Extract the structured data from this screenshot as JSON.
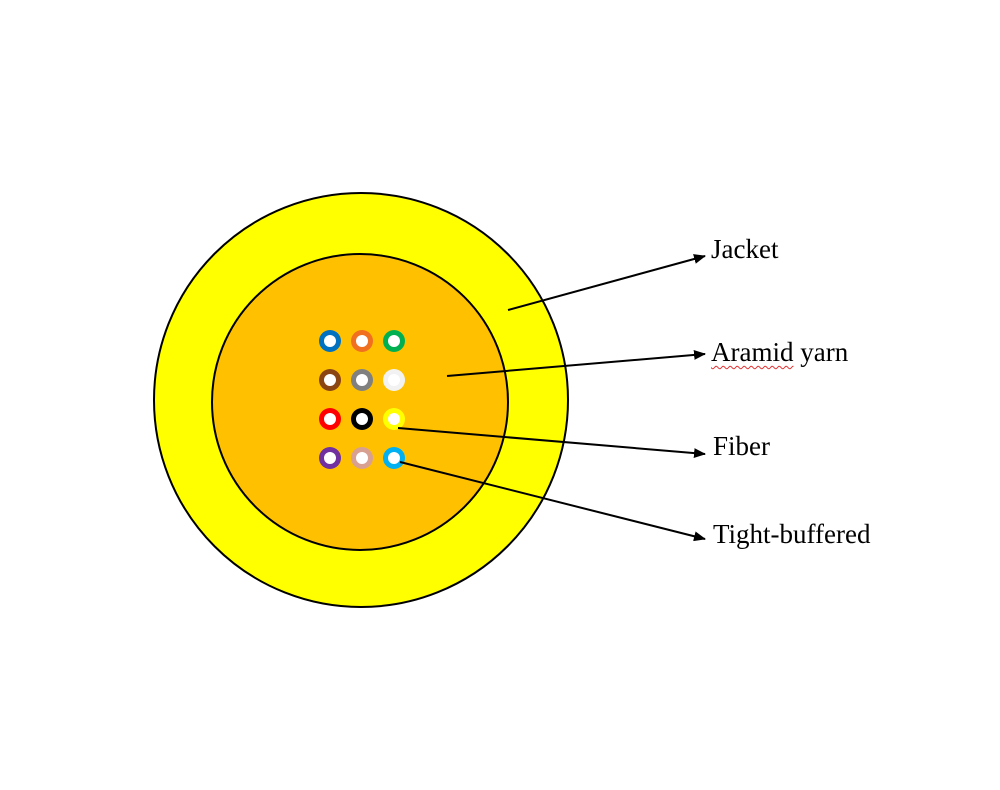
{
  "labels": {
    "jacket": "Jacket",
    "aramid_yarn_word1": "Aramid",
    "aramid_yarn_word2": "yarn",
    "fiber": "Fiber",
    "tight_buffered": "Tight-buffered"
  },
  "colors": {
    "jacket": "#ffff00",
    "aramid_yarn": "#ffc000",
    "outline": "#000000"
  },
  "fibers": [
    {
      "color": "#0070c0"
    },
    {
      "color": "#f07020"
    },
    {
      "color": "#00b050"
    },
    {
      "color": "#8b4513"
    },
    {
      "color": "#808080"
    },
    {
      "color": "#f2f2f2"
    },
    {
      "color": "#ff0000"
    },
    {
      "color": "#000000"
    },
    {
      "color": "#ffff00"
    },
    {
      "color": "#7030a0"
    },
    {
      "color": "#d8a090"
    },
    {
      "color": "#00b0f0"
    }
  ]
}
